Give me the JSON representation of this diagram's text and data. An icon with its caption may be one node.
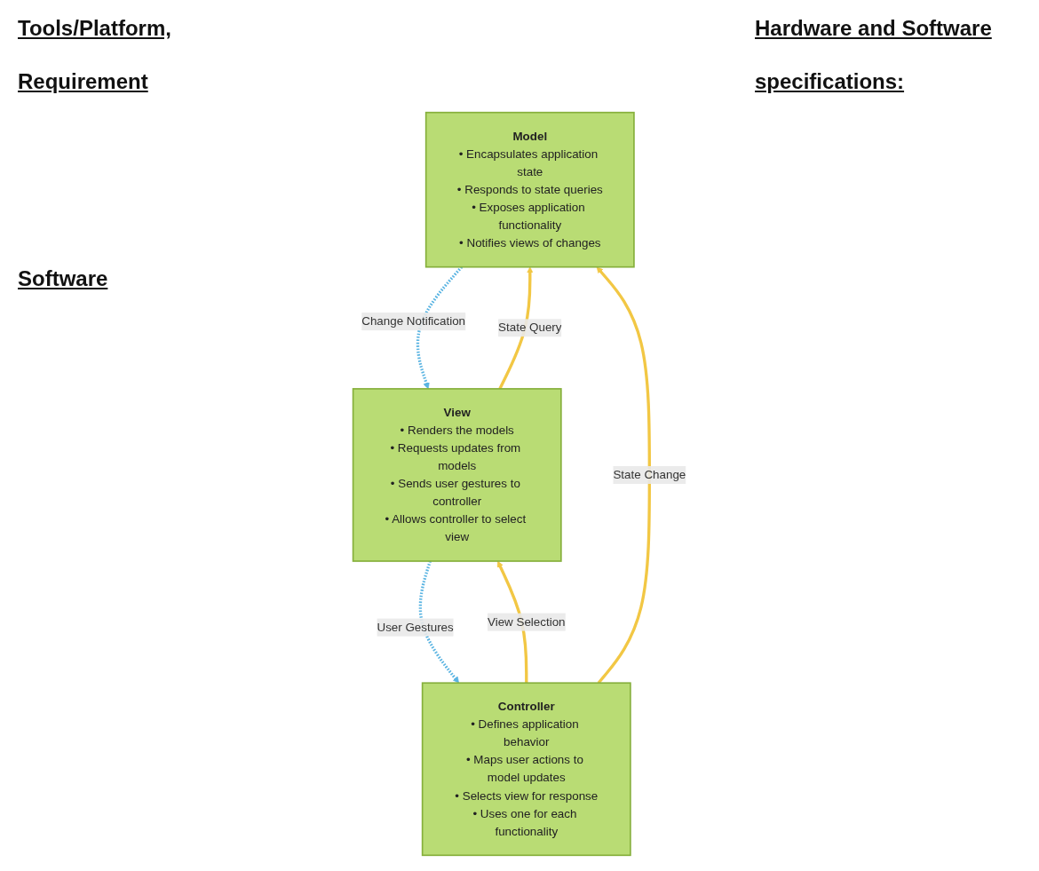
{
  "diagram": {
    "nodes": [
      {
        "text": [
          "Model",
          "• Encapsulates application state",
          "• Responds to state queries",
          "• Exposes application functionality",
          "• Notifies views of changes"
        ]
      },
      {
        "text": [
          "View",
          "• Renders the models",
          "• Requests updates from models",
          "• Sends user gestures to controller",
          "• Allows controller to select view"
        ]
      },
      {
        "text": [
          "Controller",
          "• Defines application behavior",
          "• Maps user actions to model updates",
          "• Selects view for response",
          "• Uses one for each functionality"
        ]
      }
    ],
    "edges": [
      {
        "from": 1,
        "to": 0,
        "arrow": "to",
        "label": "State Query"
      },
      {
        "from": 2,
        "to": 0,
        "arrow": "to",
        "label": "State Change"
      },
      {
        "from": 0,
        "to": 1,
        "arrow": "to",
        "label": "Change Notification",
        "style": "dashed",
        "color": "#5ab4e2"
      },
      {
        "from": 2,
        "to": 1,
        "arrow": "to",
        "label": "View Selection"
      },
      {
        "from": 1,
        "to": 2,
        "arrow": "to",
        "label": "User Gestures",
        "style": "dashed",
        "color": "#5ab4e2"
      }
    ],
    "labels": [
      "Tools/Platform,",
      "Hardware and Software",
      "Requirement",
      "specifications:",
      "Software"
    ]
  }
}
